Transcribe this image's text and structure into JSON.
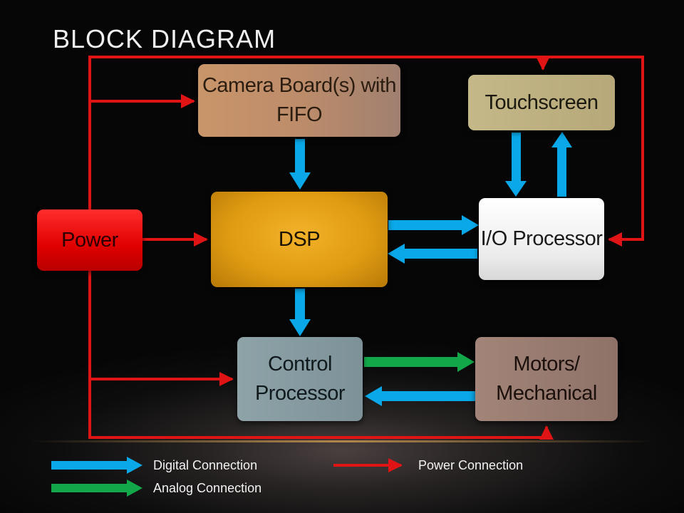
{
  "title": "BLOCK DIAGRAM",
  "blocks": {
    "camera": "Camera Board(s) with FIFO",
    "touchscreen": "Touchscreen",
    "dsp": "DSP",
    "power": "Power",
    "io": "I/O Processor",
    "control": "Control Processor",
    "motors": "Motors/ Mechanical"
  },
  "legend": {
    "digital": "Digital Connection",
    "analog": "Analog Connection",
    "power": "Power Connection"
  },
  "colors": {
    "digital": "#0aa8e8",
    "analog": "#12a84a",
    "power": "#e01414"
  }
}
